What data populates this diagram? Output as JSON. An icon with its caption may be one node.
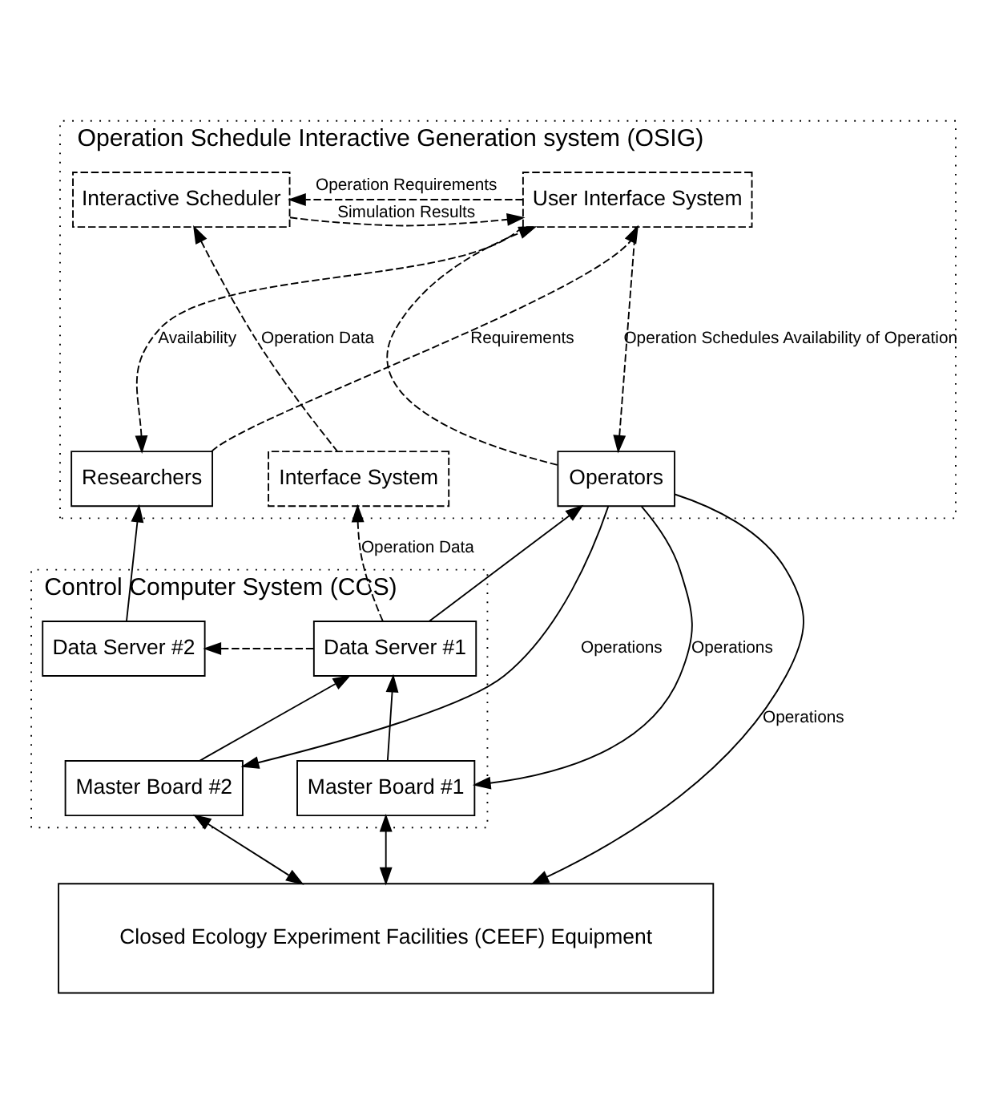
{
  "diagram": {
    "nodes": [
      {
        "text": [
          "Operation Schedule Interactive Generation system (OSIG)"
        ]
      },
      {
        "text": [
          "Interactive Scheduler"
        ],
        "in": 0
      },
      {
        "text": [
          "User Interface System"
        ],
        "in": 0
      },
      {
        "text": [
          "Interface System"
        ],
        "in": 0
      },
      {
        "text": [
          "Operators"
        ],
        "in": 0
      },
      {
        "text": [
          "Researchers"
        ],
        "in": 0
      },
      {
        "text": [
          "Control Computer System (CCS)"
        ]
      },
      {
        "text": [
          "Data Server #1"
        ],
        "in": 6
      },
      {
        "text": [
          "Data Server #2"
        ],
        "in": 6
      },
      {
        "text": [
          "Master Board #1"
        ],
        "in": 6
      },
      {
        "text": [
          "Master Board #2"
        ],
        "in": 6
      },
      {
        "text": [
          "Closed Ecology Experiment Facilities (CEEF) Equipment"
        ]
      }
    ],
    "edges": [
      {
        "from": 1,
        "to": 2,
        "arrow": "to",
        "label": "Simulation Results",
        "style": "dashed"
      },
      {
        "from": 2,
        "to": 1,
        "arrow": "to",
        "label": "Operation Requirements",
        "style": "dashed"
      },
      {
        "from": 3,
        "to": 1,
        "arrow": "to",
        "label": "Operation Data",
        "style": "dashed"
      },
      {
        "from": 7,
        "to": 3,
        "arrow": "to",
        "label": "Operation Data",
        "style": "dashed"
      },
      {
        "from": 2,
        "to": 4,
        "arrow": "to",
        "label": "Operation Schedules Availability of Operation",
        "style": "dashed"
      },
      {
        "from": 5,
        "to": 2,
        "arrow": "to",
        "label": "Requirements",
        "style": "dashed"
      },
      {
        "from": 4,
        "to": 2,
        "arrow": "to",
        "style": "dashed"
      },
      {
        "from": 2,
        "to": 5,
        "arrow": "to",
        "label": "Availability",
        "style": "dashed"
      },
      {
        "from": 4,
        "to": 9,
        "arrow": "to",
        "label": "Operations"
      },
      {
        "from": 7,
        "to": 4,
        "arrow": "to"
      },
      {
        "from": 4,
        "to": 10,
        "arrow": "to",
        "label": "Operations"
      },
      {
        "from": 4,
        "to": 11,
        "arrow": "to",
        "label": "Operations"
      },
      {
        "from": 9,
        "to": 7,
        "arrow": "to"
      },
      {
        "from": 10,
        "to": 7,
        "arrow": "to"
      },
      {
        "from": 7,
        "to": 8,
        "arrow": "to",
        "style": "dashed"
      },
      {
        "from": 8,
        "to": 5,
        "arrow": "to"
      },
      {
        "from": 9,
        "to": 11,
        "arrow": "both"
      },
      {
        "from": 10,
        "to": 11,
        "arrow": "both"
      }
    ]
  }
}
